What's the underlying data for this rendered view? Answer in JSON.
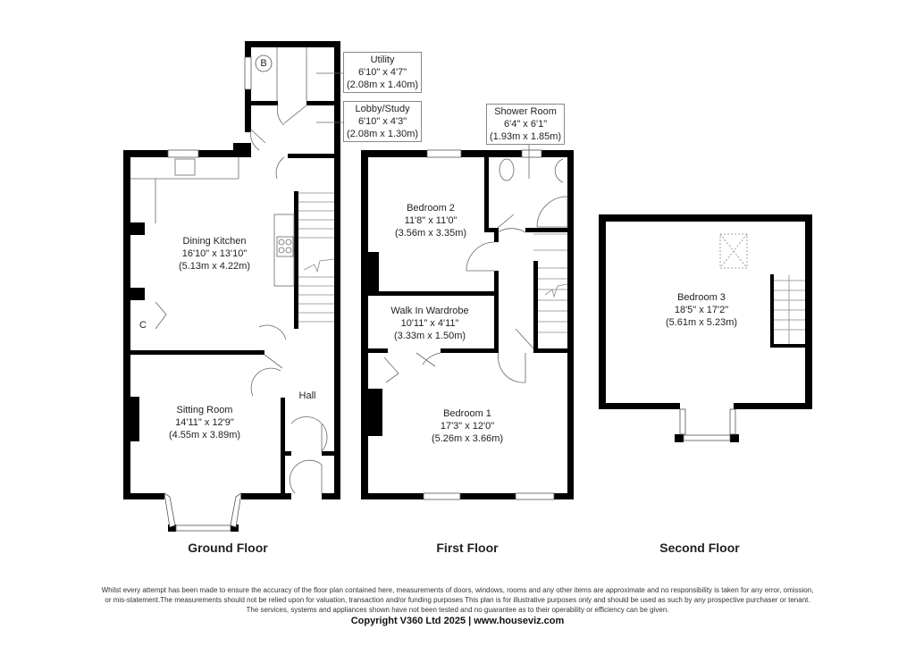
{
  "floors": {
    "ground": {
      "title": "Ground Floor",
      "rooms": [
        {
          "name": "Dining Kitchen",
          "imperial": "16'10\" x 13'10\"",
          "metric": "(5.13m x 4.22m)"
        },
        {
          "name": "Sitting Room",
          "imperial": "14'11\" x 12'9\"",
          "metric": "(4.55m x 3.89m)"
        },
        {
          "name": "Hall"
        }
      ],
      "callouts": [
        {
          "name": "Utility",
          "imperial": "6'10\" x 4'7\"",
          "metric": "(2.08m x 1.40m)"
        },
        {
          "name": "Lobby/Study",
          "imperial": "6'10\" x 4'3\"",
          "metric": "(2.08m x 1.30m)"
        }
      ],
      "symbols": {
        "boiler": "B",
        "cupboard": "C"
      }
    },
    "first": {
      "title": "First Floor",
      "rooms": [
        {
          "name": "Bedroom 2",
          "imperial": "11'8\" x 11'0\"",
          "metric": "(3.56m x 3.35m)"
        },
        {
          "name": "Walk In Wardrobe",
          "imperial": "10'11\" x 4'11\"",
          "metric": "(3.33m x 1.50m)"
        },
        {
          "name": "Bedroom 1",
          "imperial": "17'3\" x 12'0\"",
          "metric": "(5.26m x 3.66m)"
        }
      ],
      "callouts": [
        {
          "name": "Shower Room",
          "imperial": "6'4\" x 6'1\"",
          "metric": "(1.93m x 1.85m)"
        }
      ]
    },
    "second": {
      "title": "Second Floor",
      "rooms": [
        {
          "name": "Bedroom 3",
          "imperial": "18'5\" x 17'2\"",
          "metric": "(5.61m x 5.23m)"
        }
      ]
    }
  },
  "footer": {
    "disclaimer_1": "Whilst every attempt has been made to ensure the accuracy of the floor plan contained here, measurements of doors, windows, rooms and any other items are approximate and no responsibility is taken for any error, omission,",
    "disclaimer_2": "or mis-statement.The measurements should not be relied upon for valuation, transaction and/or funding purposes This plan is for illustrative purposes only and should be used as such by any prospective purchaser or tenant.",
    "disclaimer_3": "The services, systems and appliances shown have not been tested and no guarantee as to their operability or efficiency can be given.",
    "copyright": "Copyright V360 Ltd 2025 | www.houseviz.com"
  }
}
